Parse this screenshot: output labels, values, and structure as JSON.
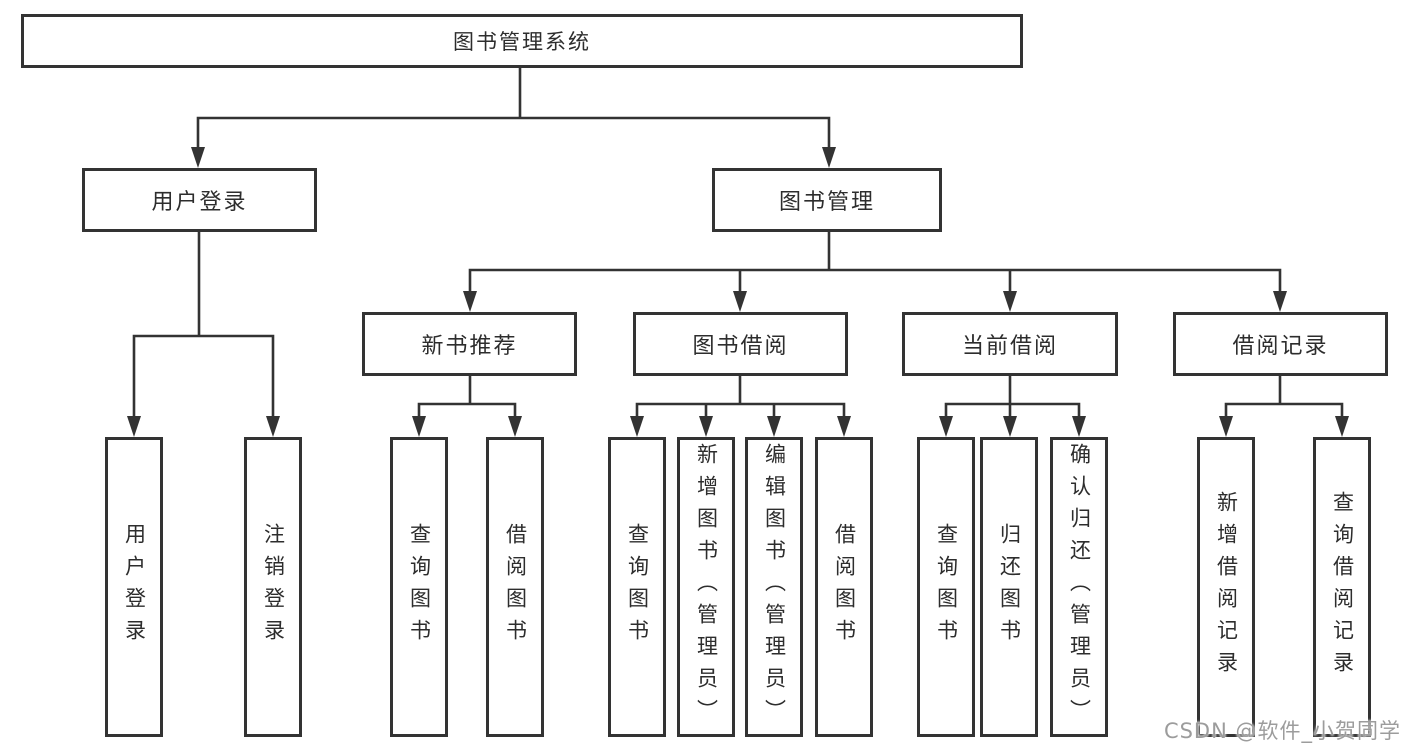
{
  "diagram_title": "图书管理系统",
  "nodes": {
    "root": {
      "label": "图书管理系统"
    },
    "user_login": {
      "label": "用户登录"
    },
    "book_mgmt": {
      "label": "图书管理"
    },
    "new_book_rec": {
      "label": "新书推荐"
    },
    "book_borrow": {
      "label": "图书借阅"
    },
    "current_borrow": {
      "label": "当前借阅"
    },
    "borrow_record": {
      "label": "借阅记录"
    },
    "leaf_user_login": {
      "label": "用户登录"
    },
    "leaf_logout": {
      "label": "注销登录"
    },
    "leaf_query_book_1": {
      "label": "查询图书"
    },
    "leaf_borrow_book_1": {
      "label": "借阅图书"
    },
    "leaf_query_book_2": {
      "label": "查询图书"
    },
    "leaf_add_book": {
      "label": "新增图书（管理员）"
    },
    "leaf_edit_book": {
      "label": "编辑图书（管理员）"
    },
    "leaf_borrow_book_2": {
      "label": "借阅图书"
    },
    "leaf_query_book_3": {
      "label": "查询图书"
    },
    "leaf_return_book": {
      "label": "归还图书"
    },
    "leaf_confirm_return": {
      "label": "确认归还（管理员）"
    },
    "leaf_add_record": {
      "label": "新增借阅记录"
    },
    "leaf_query_record": {
      "label": "查询借阅记录"
    }
  },
  "hierarchy": {
    "图书管理系统": {
      "用户登录": [
        "用户登录",
        "注销登录"
      ],
      "图书管理": {
        "新书推荐": [
          "查询图书",
          "借阅图书"
        ],
        "图书借阅": [
          "查询图书",
          "新增图书（管理员）",
          "编辑图书（管理员）",
          "借阅图书"
        ],
        "当前借阅": [
          "查询图书",
          "归还图书",
          "确认归还（管理员）"
        ],
        "借阅记录": [
          "新增借阅记录",
          "查询借阅记录"
        ]
      }
    }
  },
  "watermark": {
    "text": "CSDN @软件_小贺同学"
  },
  "colors": {
    "line": "#333333",
    "box_border": "#333333",
    "text": "#2d2d2d",
    "watermark": "#9c9c9c",
    "background": "#ffffff"
  }
}
